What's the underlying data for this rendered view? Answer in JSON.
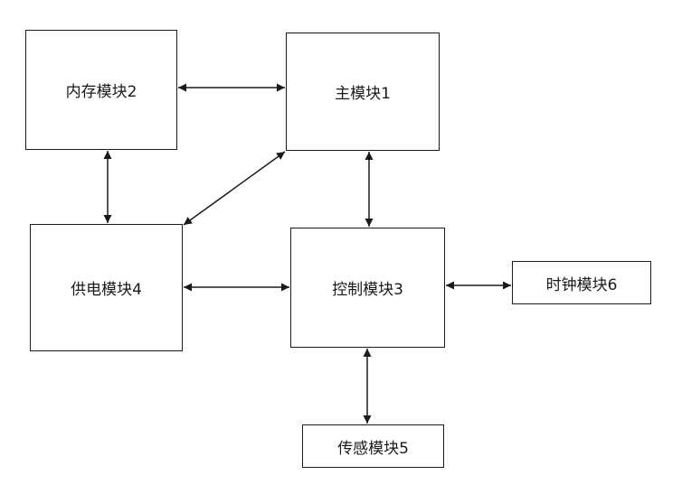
{
  "modules": {
    "memory": "内存模块2",
    "main": "主模块1",
    "power": "供电模块4",
    "control": "控制模块3",
    "clock": "时钟模块6",
    "sensor": "传感模块5"
  },
  "connections": [
    {
      "from": "memory",
      "to": "main",
      "direction": "bidirectional"
    },
    {
      "from": "memory",
      "to": "power",
      "direction": "bidirectional"
    },
    {
      "from": "main",
      "to": "power",
      "direction": "bidirectional"
    },
    {
      "from": "main",
      "to": "control",
      "direction": "bidirectional"
    },
    {
      "from": "power",
      "to": "control",
      "direction": "bidirectional"
    },
    {
      "from": "control",
      "to": "clock",
      "direction": "bidirectional"
    },
    {
      "from": "control",
      "to": "sensor",
      "direction": "bidirectional"
    }
  ],
  "colors": {
    "line": "#1a1a1a",
    "background": "#ffffff"
  }
}
